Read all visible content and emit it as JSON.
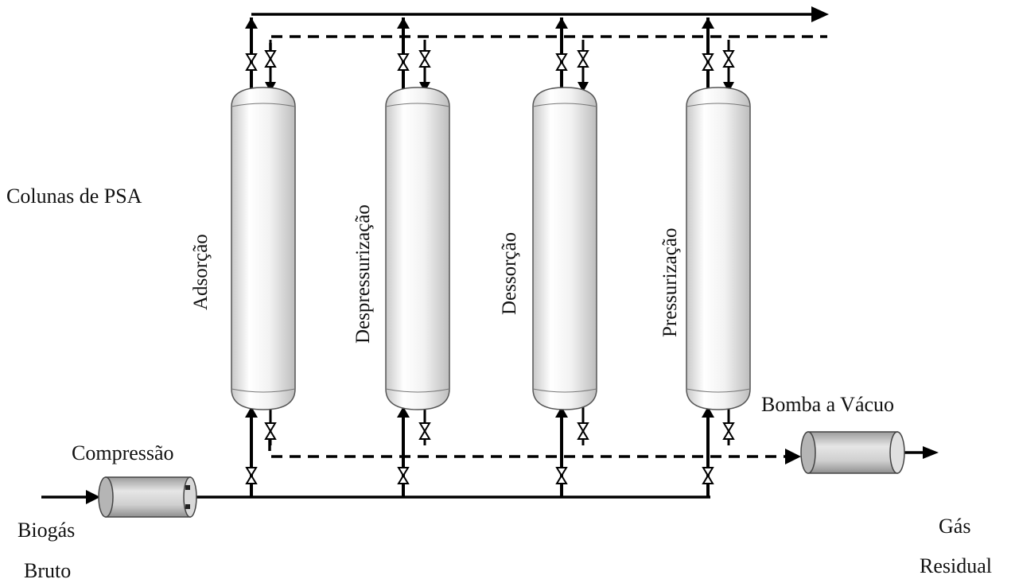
{
  "labels": {
    "colunas": "Colunas de PSA",
    "compressao": "Compressão",
    "biogas_line1": "Biogás",
    "biogas_line2": "Bruto",
    "bomba": "Bomba a Vácuo",
    "gas_line1": "Gás",
    "gas_line2": "Residual"
  },
  "columns": [
    {
      "name": "Adsorção"
    },
    {
      "name": "Despressurização"
    },
    {
      "name": "Dessorção"
    },
    {
      "name": "Pressurização"
    }
  ],
  "colors": {
    "line": "#000000",
    "vessel_light": "#fafafa",
    "vessel_dark": "#b8b8b8",
    "equipment_light": "#e4e4e4",
    "equipment_dark": "#9a9a9a"
  }
}
